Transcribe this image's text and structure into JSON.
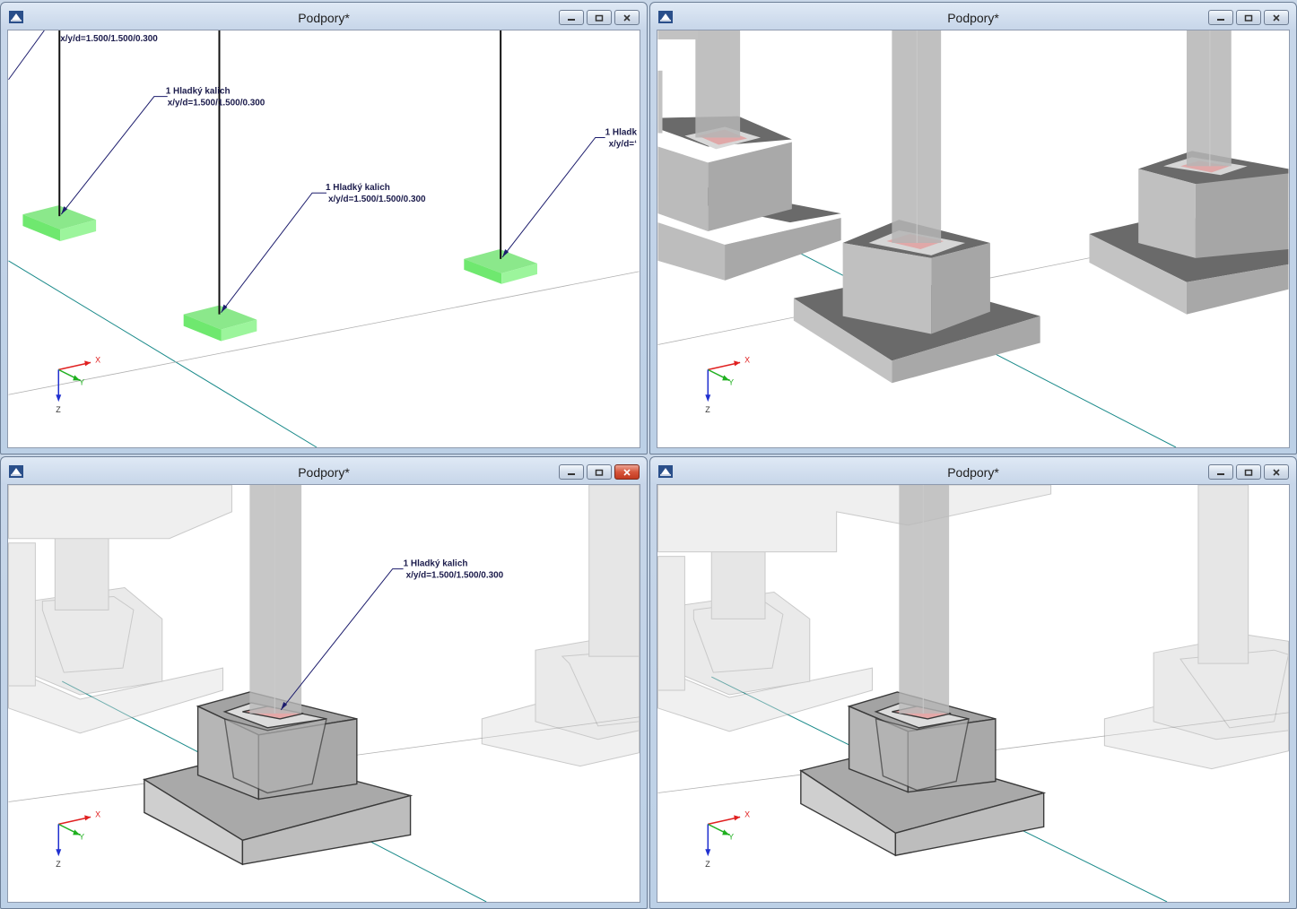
{
  "windows": [
    {
      "title": "Podpory*",
      "active": false
    },
    {
      "title": "Podpory*",
      "active": false
    },
    {
      "title": "Podpory*",
      "active": true
    },
    {
      "title": "Podpory*",
      "active": false
    }
  ],
  "support_label": {
    "name": "1 Hladký kalich",
    "dims": "x/y/d=1.500/1.500/0.300",
    "name_truncated": "1 Hladk",
    "dims_truncated": "x/y/d=‘"
  },
  "axes": {
    "x": "X",
    "y": "Y",
    "z": "Z"
  },
  "colors": {
    "window_frame": "#bcd0e6",
    "support_green": "#7cf07c",
    "grid_line": "#1a8a8a",
    "label_blue": "#1c1c4c",
    "concrete": "#b3b3b3",
    "concrete_dark": "#6e6e6e",
    "socket_red": "#d98080",
    "close_red": "#d6553b"
  }
}
